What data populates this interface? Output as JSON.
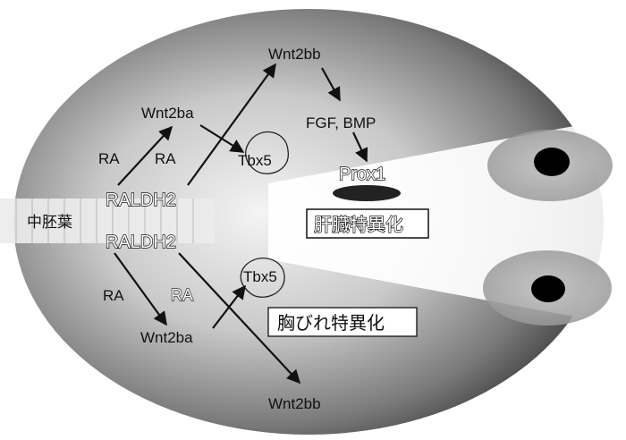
{
  "labels": {
    "mesoderm": "中胚葉",
    "raldh2_top": "RALDH2",
    "raldh2_bottom": "RALDH2",
    "wnt2bb_top": "Wnt2bb",
    "wnt2ba_top": "Wnt2ba",
    "fgf_bmp": "FGF, BMP",
    "prox1": "Prox1",
    "liver_spec": "肝臓特異化",
    "tbx5_top": "Tbx5",
    "ra_top_left": "RA",
    "ra_top_right": "RA",
    "ra_bottom_left": "RA",
    "ra_bottom_right": "RA",
    "tbx5_bottom": "Tbx5",
    "fin_spec": "胸びれ特異化",
    "wnt2ba_bottom": "Wnt2ba",
    "wnt2bb_bottom": "Wnt2bb"
  },
  "colors": {
    "embryo_dark": "#3a3a3a",
    "embryo_light": "#f2f2f2",
    "eye": "#000000",
    "prox1_domain": "#222222",
    "arrow": "#111111"
  }
}
